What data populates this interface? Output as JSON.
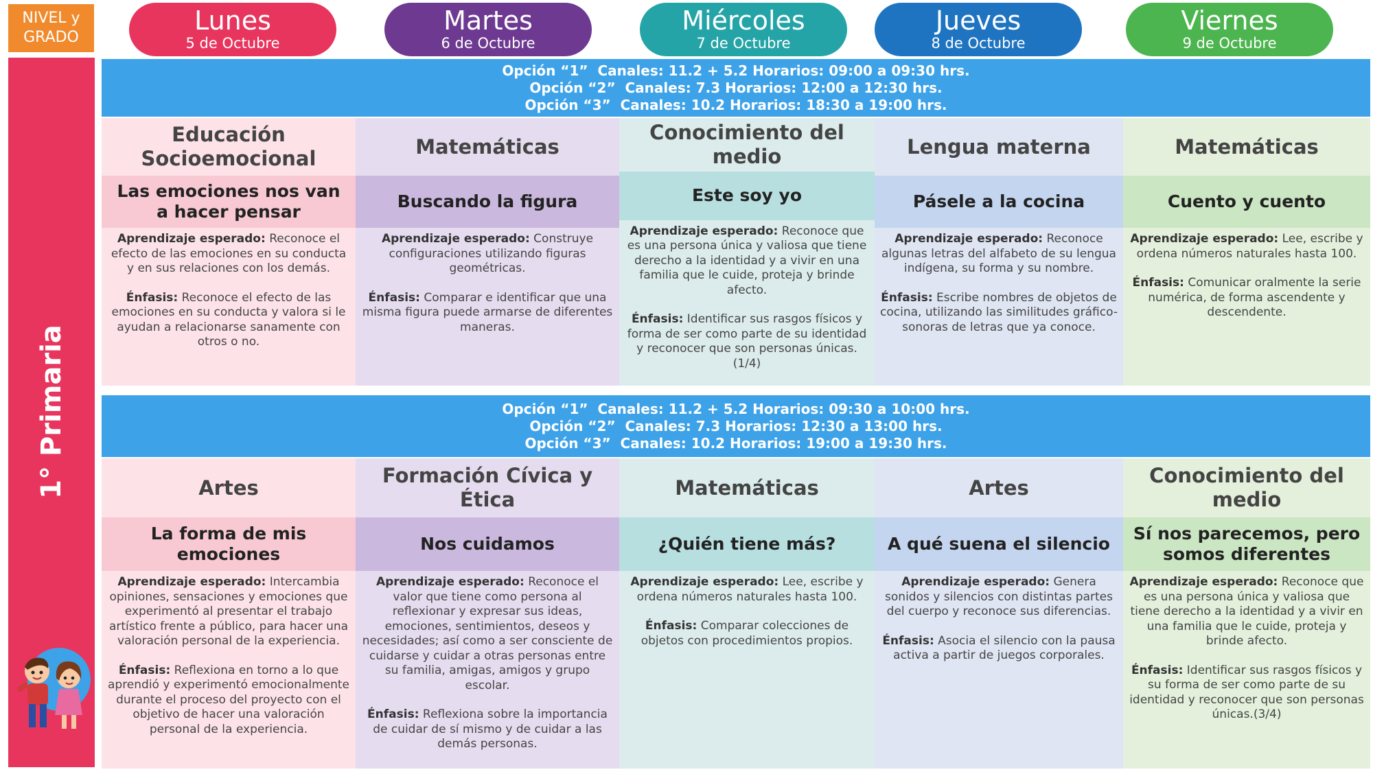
{
  "nivel_label": [
    "NIVEL y",
    "GRADO"
  ],
  "grade": "1° Primaria",
  "colors": {
    "lunes": "#e8355e",
    "martes": "#6e3a91",
    "miercoles": "#25a4a7",
    "jueves": "#1f74c2",
    "viernes": "#4cb54f",
    "band": "#3ea2e8",
    "grade_bar": "#e8355e"
  },
  "days": [
    {
      "name": "Lunes",
      "date": "5 de Octubre"
    },
    {
      "name": "Martes",
      "date": "6 de Octubre"
    },
    {
      "name": "Miércoles",
      "date": "7 de Octubre"
    },
    {
      "name": "Jueves",
      "date": "8 de Octubre"
    },
    {
      "name": "Viernes",
      "date": "9 de Octubre"
    }
  ],
  "blocks": [
    {
      "options": [
        "Opción “1”  Canales: 11.2 + 5.2 Horarios: 09:00 a 09:30 hrs.",
        "Opción “2”  Canales: 7.3 Horarios: 12:00 a 12:30 hrs.",
        "Opción “3”  Canales: 10.2 Horarios: 18:30 a 19:00 hrs."
      ],
      "classes": [
        {
          "subject": "Educación Socioemocional",
          "topic": "Las emociones nos van a hacer pensar",
          "aprendizaje_label": "Aprendizaje esperado:",
          "aprendizaje": " Reconoce el efecto de las emociones en su conducta y en sus relaciones con los demás.",
          "enfasis_label": "Énfasis:",
          "enfasis": " Reconoce el efecto de las emociones en su conducta y valora si le ayudan a relacionarse sanamente con otros o no."
        },
        {
          "subject": "Matemáticas",
          "topic": "Buscando la figura",
          "aprendizaje_label": "Aprendizaje esperado:",
          "aprendizaje": " Construye configuraciones utilizando figuras geométricas.",
          "enfasis_label": "Énfasis:",
          "enfasis": " Comparar e identificar que una misma figura puede armarse de diferentes maneras."
        },
        {
          "subject": "Conocimiento del medio",
          "topic": "Este soy yo",
          "aprendizaje_label": "Aprendizaje esperado:",
          "aprendizaje": " Reconoce que es una persona única y valiosa que tiene derecho a la identidad y a vivir en una familia que le cuide, proteja y brinde afecto.",
          "enfasis_label": "Énfasis:",
          "enfasis": " Identificar sus rasgos físicos y forma de ser como parte de su identidad y reconocer que son personas únicas.(1/4)"
        },
        {
          "subject": "Lengua materna",
          "topic": "Pásele a la cocina",
          "aprendizaje_label": "Aprendizaje esperado:",
          "aprendizaje": " Reconoce algunas letras del alfabeto de su lengua indígena, su forma y su nombre.",
          "enfasis_label": "Énfasis:",
          "enfasis": " Escribe nombres de objetos de cocina, utilizando las similitudes gráfico-sonoras de letras que ya conoce."
        },
        {
          "subject": "Matemáticas",
          "topic": "Cuento y cuento",
          "aprendizaje_label": "Aprendizaje esperado:",
          "aprendizaje": " Lee, escribe y ordena números naturales hasta 100.",
          "enfasis_label": "Énfasis:",
          "enfasis": " Comunicar oralmente la serie numérica, de forma ascendente y descendente."
        }
      ]
    },
    {
      "options": [
        "Opción “1”  Canales: 11.2 + 5.2 Horarios: 09:30 a 10:00 hrs.",
        "Opción “2”  Canales: 7.3 Horarios: 12:30 a 13:00 hrs.",
        "Opción “3”  Canales: 10.2 Horarios: 19:00 a 19:30 hrs."
      ],
      "classes": [
        {
          "subject": "Artes",
          "topic": "La forma de mis emociones",
          "aprendizaje_label": "Aprendizaje esperado:",
          "aprendizaje": " Intercambia opiniones, sensaciones y emociones que experimentó al presentar el trabajo artístico frente a público, para hacer una valoración personal de la experiencia.",
          "enfasis_label": "Énfasis:",
          "enfasis": " Reflexiona en torno a lo que aprendió y experimentó emocionalmente durante el proceso del proyecto con el objetivo de hacer una valoración personal de la experiencia."
        },
        {
          "subject": "Formación Cívica y Ética",
          "topic": "Nos cuidamos",
          "aprendizaje_label": "Aprendizaje esperado:",
          "aprendizaje": " Reconoce el valor que tiene como persona al reflexionar y expresar sus ideas, emociones, sentimientos, deseos y necesidades; así como a ser consciente de cuidarse y cuidar a otras personas entre su familia, amigas, amigos y grupo escolar.",
          "enfasis_label": "Énfasis:",
          "enfasis": " Reflexiona sobre la importancia de cuidar de sí mismo y de cuidar a las demás personas."
        },
        {
          "subject": "Matemáticas",
          "topic": "¿Quién tiene más?",
          "aprendizaje_label": "Aprendizaje esperado:",
          "aprendizaje": " Lee, escribe y ordena números naturales hasta 100.",
          "enfasis_label": "Énfasis:",
          "enfasis": " Comparar colecciones de objetos con procedimientos propios."
        },
        {
          "subject": "Artes",
          "topic": "A qué suena el silencio",
          "aprendizaje_label": "Aprendizaje esperado:",
          "aprendizaje": " Genera sonidos y silencios con distintas partes del cuerpo y reconoce sus diferencias.",
          "enfasis_label": "Énfasis:",
          "enfasis": " Asocia el silencio con la pausa activa a partir de juegos corporales."
        },
        {
          "subject": "Conocimiento del medio",
          "topic": "Sí nos parecemos, pero somos diferentes",
          "aprendizaje_label": "Aprendizaje esperado:",
          "aprendizaje": " Reconoce que es una persona única y valiosa que tiene derecho a la identidad y a vivir en una familia que le cuide, proteja y brinde afecto.",
          "enfasis_label": "Énfasis:",
          "enfasis": " Identificar sus rasgos físicos y su forma de ser como parte de su identidad y reconocer que son personas únicas.(3/4)"
        }
      ]
    }
  ]
}
